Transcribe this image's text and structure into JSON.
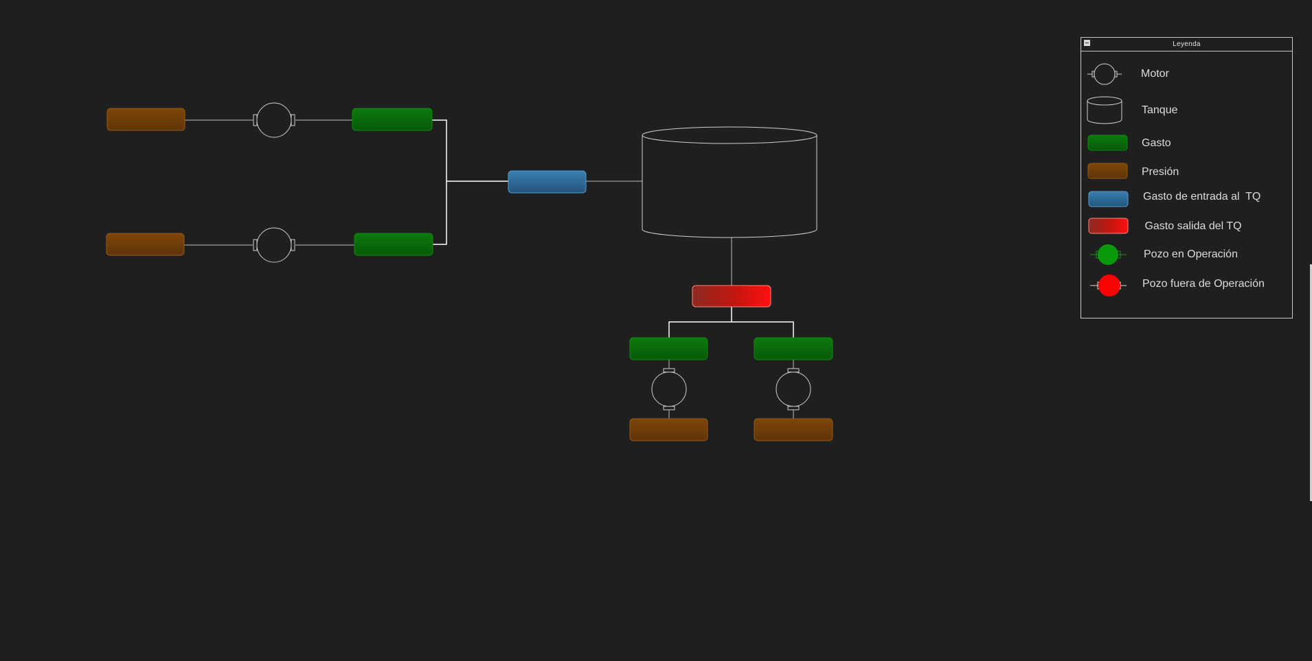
{
  "legend": {
    "title": "Leyenda",
    "items": [
      {
        "label": "Motor",
        "icon": "motor-icon"
      },
      {
        "label": "Tanque",
        "icon": "tank-icon"
      },
      {
        "label": "Gasto",
        "icon": "flow-swatch",
        "color": "#0b6e0b"
      },
      {
        "label": "Presión",
        "icon": "pressure-swatch",
        "color": "#7a4208"
      },
      {
        "label": "Gasto de entrada al  TQ",
        "icon": "inlet-flow-swatch",
        "color": "#2e6e9c"
      },
      {
        "label": " Gasto salida del TQ",
        "icon": "outlet-flow-swatch",
        "color": "#e0141b"
      },
      {
        "label": "Pozo en Operación",
        "icon": "well-on-icon",
        "color": "#0b9a0b"
      },
      {
        "label": "Pozo fuera de Operación",
        "icon": "well-off-icon",
        "color": "#ff0000"
      }
    ]
  },
  "colors": {
    "background": "#1f1f1f",
    "line": "#bdbdbd",
    "flow": "#0b6e0b",
    "pressure": "#7a4208",
    "inlet": "#2e6e9c",
    "outlet": "#e0141b"
  }
}
